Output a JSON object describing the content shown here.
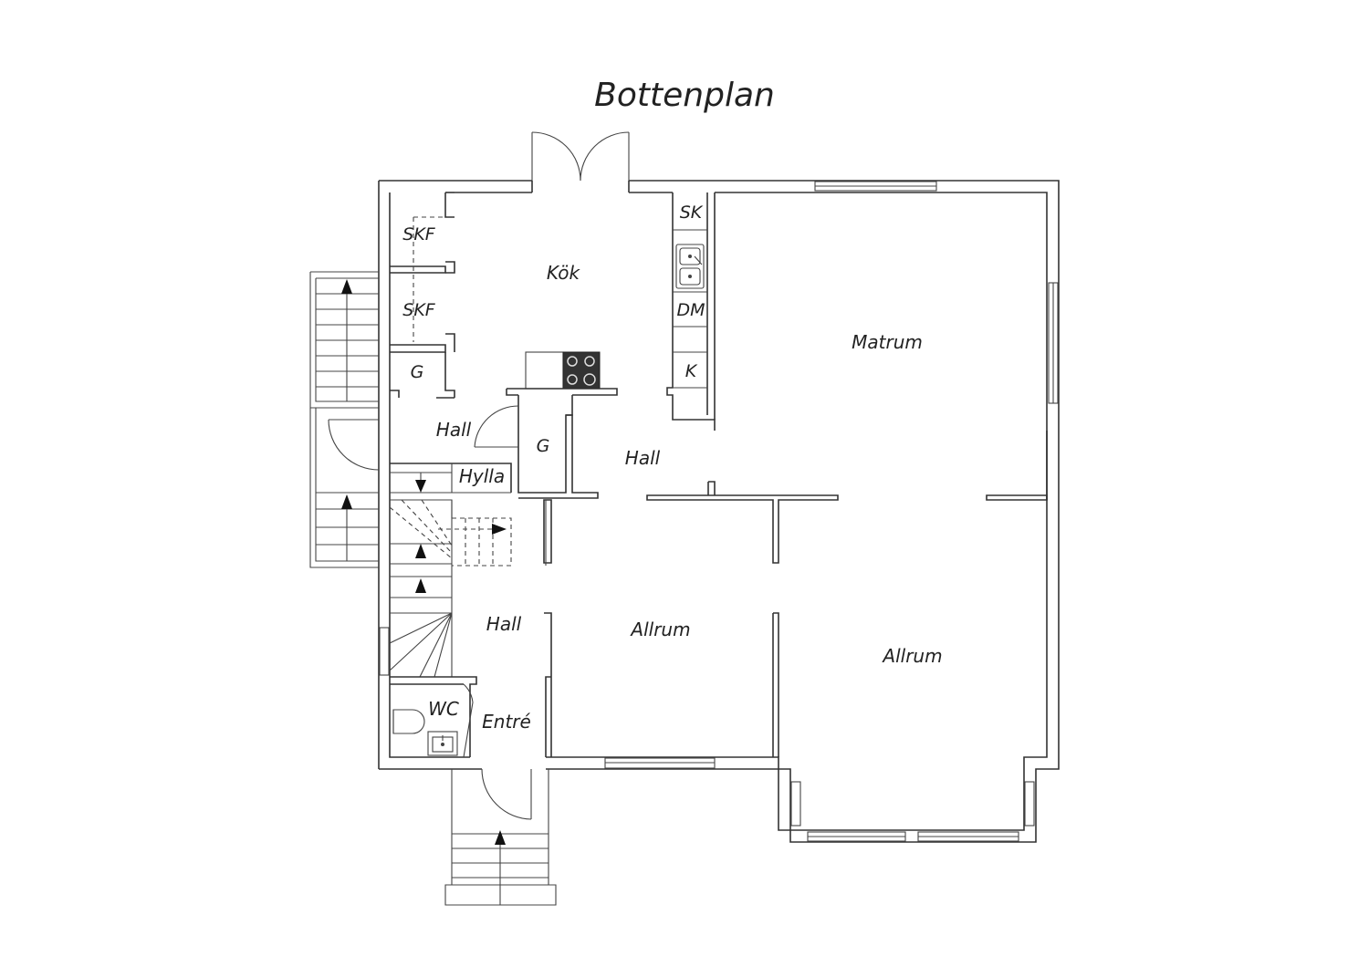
{
  "title": "Bottenplan",
  "rooms": {
    "skf_1": "SKF",
    "skf_2": "SKF",
    "kok": "Kök",
    "sk": "SK",
    "dm": "DM",
    "k": "K",
    "g_1": "G",
    "g_2": "G",
    "hall_1": "Hall",
    "hall_2": "Hall",
    "hall_3": "Hall",
    "hylla": "Hylla",
    "matrum": "Matrum",
    "allrum_1": "Allrum",
    "allrum_2": "Allrum",
    "wc": "WC",
    "entre": "Entré"
  },
  "icons": {
    "stove": "stove-icon",
    "sink": "sink-icon",
    "toilet": "toilet-icon",
    "washbasin": "washbasin-icon",
    "stair_arrow": "arrow-up-icon"
  }
}
